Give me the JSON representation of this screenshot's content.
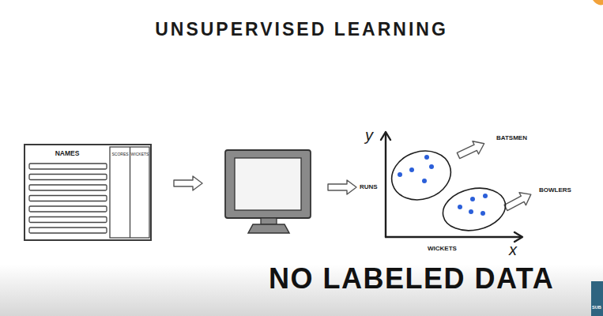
{
  "diagram": {
    "title": "UNSUPERVISED LEARNING",
    "caption": "NO LABELED DATA",
    "nodes": [
      {
        "text": [
          "NAMES",
          "SCORES",
          "WICKETS"
        ]
      }
    ],
    "labels": [
      "y",
      "RUNS",
      "BATSMEN",
      "BOWLERS",
      "WICKETS",
      "x",
      "SUB"
    ]
  }
}
